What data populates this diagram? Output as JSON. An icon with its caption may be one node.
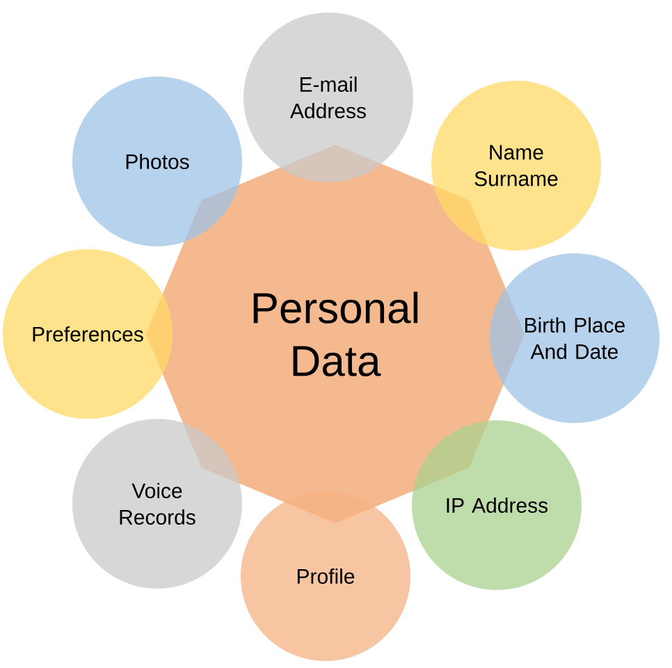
{
  "diagram": {
    "nodes": [
      {
        "text": [
          "Personal Data"
        ]
      },
      {
        "text": [
          "E-mail Address"
        ]
      },
      {
        "text": [
          "Name Surname"
        ]
      },
      {
        "text": [
          "Birth Place And Date"
        ]
      },
      {
        "text": [
          "IP Address"
        ]
      },
      {
        "text": [
          "Profile"
        ]
      },
      {
        "text": [
          "Voice Records"
        ]
      },
      {
        "text": [
          "Preferences"
        ]
      },
      {
        "text": [
          "Photos"
        ]
      }
    ]
  }
}
